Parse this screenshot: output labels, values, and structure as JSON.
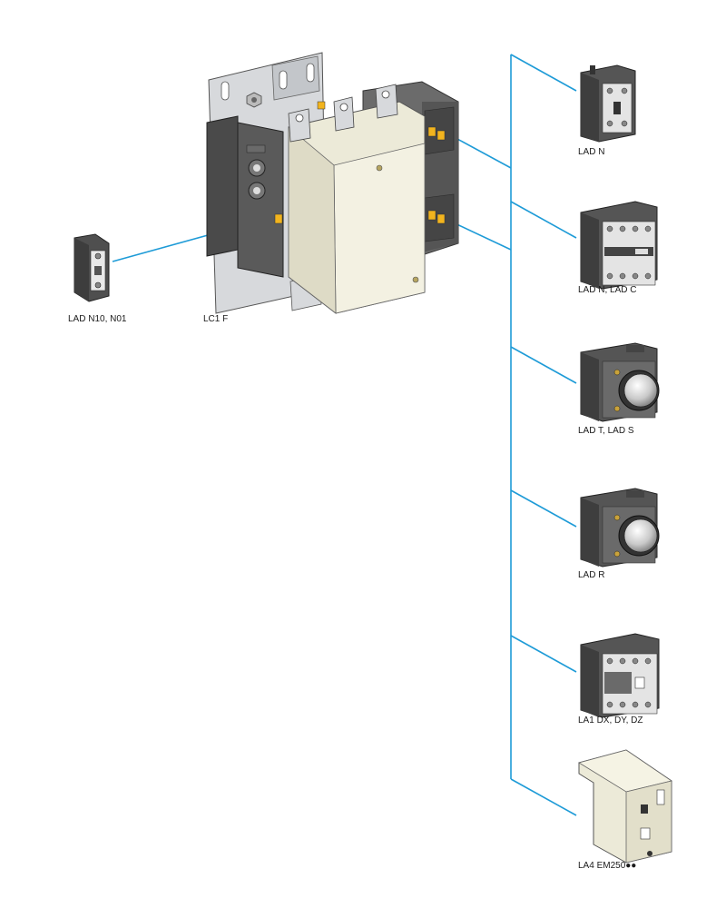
{
  "components": [
    {
      "id": "lc1f",
      "label": "LC1 F",
      "icon": "contactor-lc1f-icon"
    },
    {
      "id": "lad-n10",
      "label": "LAD N10, N01",
      "icon": "side-auxiliary-contact-icon"
    },
    {
      "id": "lad-n",
      "label": "LAD N",
      "icon": "auxiliary-contact-block-2pole-icon"
    },
    {
      "id": "lad-n-c",
      "label": "LAD N, LAD C",
      "icon": "auxiliary-contact-block-4pole-icon"
    },
    {
      "id": "lad-t-s",
      "label": "LAD T, LAD S",
      "icon": "time-delay-block-icon"
    },
    {
      "id": "lad-r",
      "label": "LAD R",
      "icon": "time-delay-block-r-icon"
    },
    {
      "id": "la1-dx",
      "label": "LA1 DX, DY, DZ",
      "icon": "auxiliary-contact-block-la1-icon"
    },
    {
      "id": "la4-em",
      "label": "LA4 EM250●●",
      "icon": "suppressor-module-icon"
    }
  ],
  "colors": {
    "connector": "#1e9bd7",
    "body_dark": "#4a4a4a",
    "body_cream": "#ecead8",
    "contact_orange": "#f2b41e",
    "plate_grey": "#d7d9dc"
  }
}
